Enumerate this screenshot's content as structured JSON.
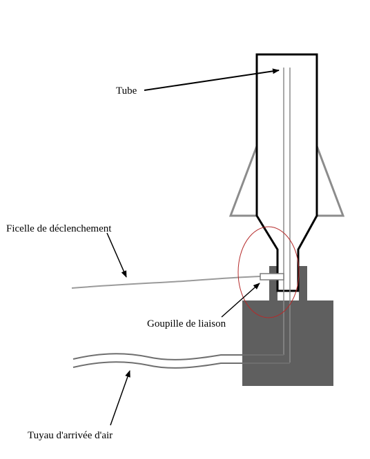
{
  "labels": {
    "tube": "Tube",
    "trigger_string": "Ficelle de déclenchement",
    "connecting_pin": "Goupille de liaison",
    "air_pipe": "Tuyau d'arrivée d'air"
  },
  "colors": {
    "outline": "#000000",
    "fins": "#8c8c8c",
    "base": "#5f5f5f",
    "pipe": "#6e6e6e",
    "highlight_circle": "#b52a2a",
    "background": "#ffffff"
  }
}
